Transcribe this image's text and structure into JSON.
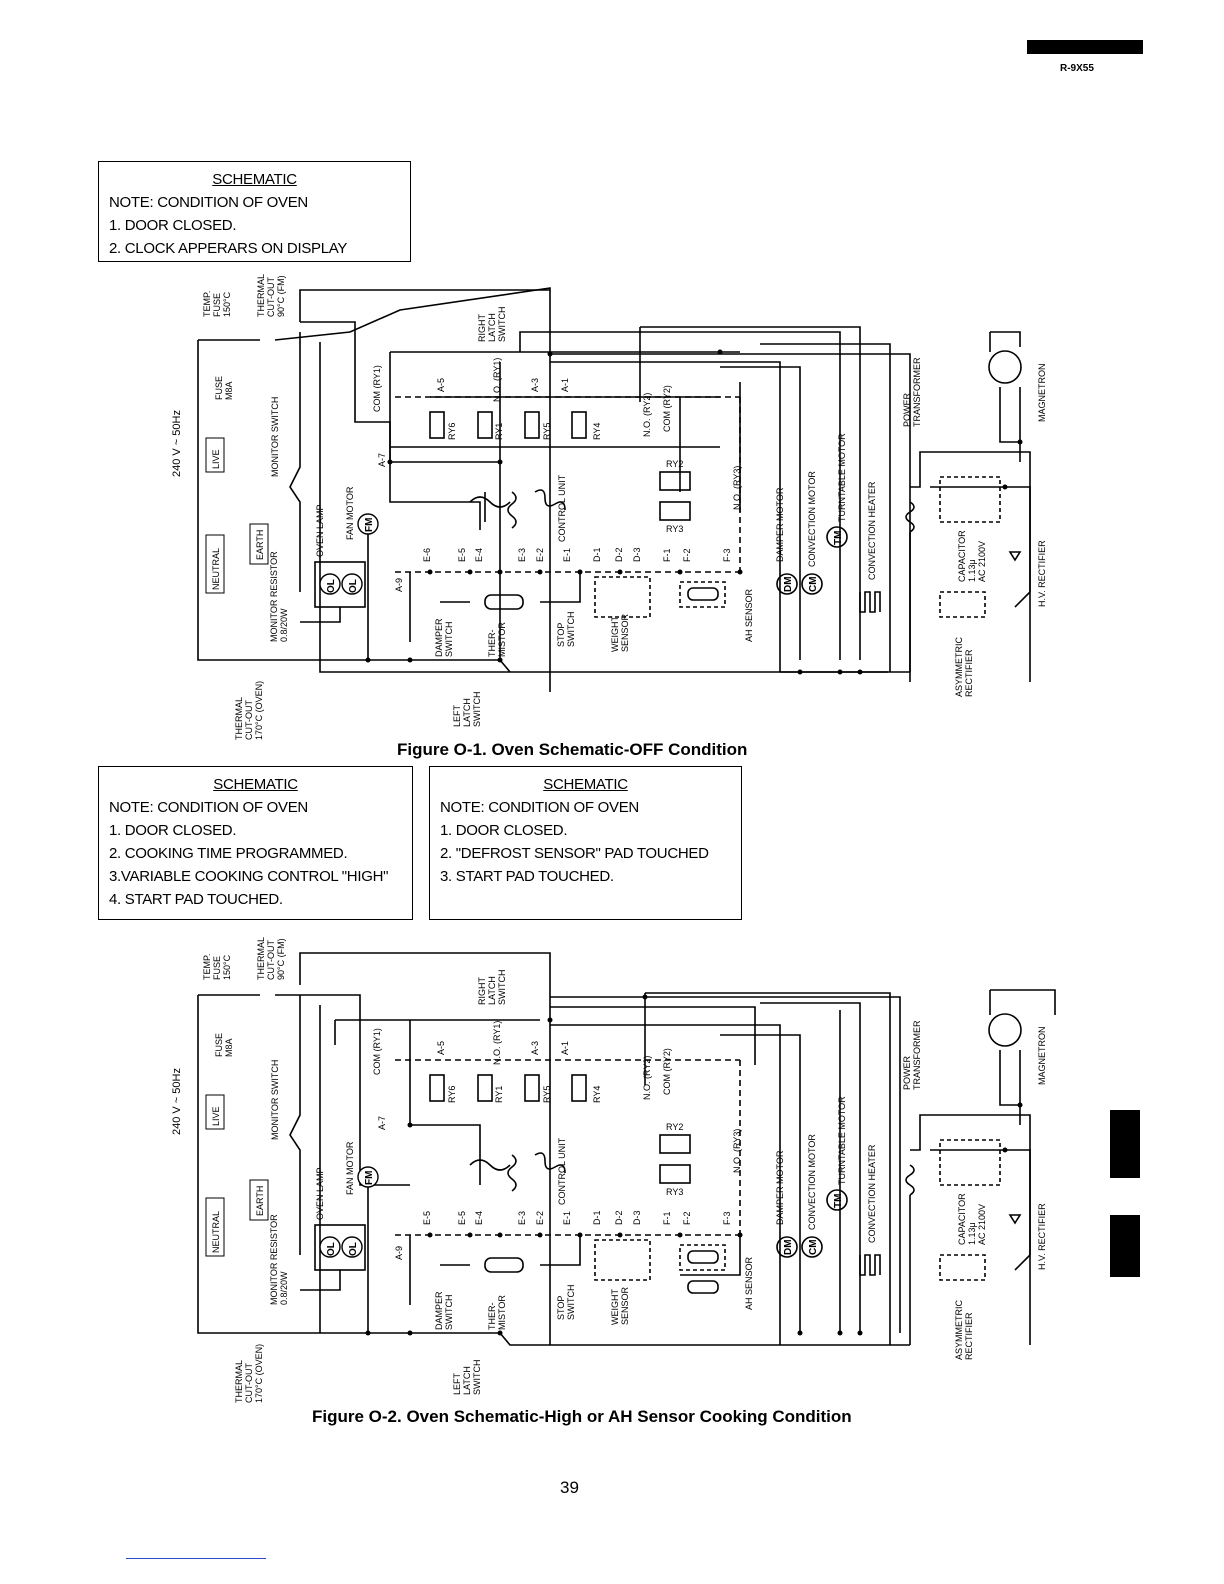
{
  "header": {
    "model": "R-9X55"
  },
  "note1": {
    "title": "SCHEMATIC",
    "heading": "NOTE: CONDITION OF OVEN",
    "items": [
      "1. DOOR CLOSED.",
      "2. CLOCK APPERARS ON DISPLAY"
    ]
  },
  "note2": {
    "title": "SCHEMATIC",
    "heading": "NOTE: CONDITION OF OVEN",
    "items": [
      "1. DOOR CLOSED.",
      "2. COOKING TIME PROGRAMMED.",
      "3.VARIABLE COOKING CONTROL \"HIGH\"",
      "4. START PAD TOUCHED."
    ]
  },
  "note3": {
    "title": "SCHEMATIC",
    "heading": "NOTE: CONDITION OF OVEN",
    "items": [
      "1. DOOR CLOSED.",
      "2. \"DEFROST SENSOR\" PAD TOUCHED",
      "3. START PAD TOUCHED."
    ]
  },
  "figure1": {
    "caption": "Figure O-1. Oven Schematic-OFF Condition"
  },
  "figure2": {
    "caption": "Figure O-2. Oven Schematic-High or AH Sensor Cooking Condition"
  },
  "labels": {
    "supply": "240 V ~ 50Hz",
    "live": "LIVE",
    "neutral": "NEUTRAL",
    "earth": "EARTH",
    "temp_fuse": [
      "TEMP.",
      "FUSE",
      "150°C"
    ],
    "thermal_top": [
      "THERMAL",
      "CUT-OUT",
      "90°C (FM)"
    ],
    "fuse": [
      "FUSE",
      "M8A"
    ],
    "monitor_switch": "MONITOR SWITCH",
    "monitor_resistor": [
      "MONITOR RESISTOR",
      "0.8/20W"
    ],
    "oven_lamp": "OVEN LAMP",
    "fan_motor": "FAN MOTOR",
    "thermal_bottom": [
      "THERMAL",
      "CUT-OUT",
      "170°C (OVEN)"
    ],
    "right_latch": [
      "RIGHT",
      "LATCH",
      "SWITCH"
    ],
    "left_latch": [
      "LEFT",
      "LATCH",
      "SWITCH"
    ],
    "control_unit": "CONTROL UNIT",
    "damper_switch": [
      "DAMPER",
      "SWITCH"
    ],
    "thermistor": [
      "THER-",
      "MISTOR"
    ],
    "stop_switch": [
      "STOP",
      "SWITCH"
    ],
    "weight_sensor": [
      "WEIGHT",
      "SENSOR"
    ],
    "ah_sensor": "AH SENSOR",
    "damper_motor": "DAMPER MOTOR",
    "convection_motor": "CONVECTION MOTOR",
    "turntable_motor": "TURNTABLE MOTOR",
    "convection_heater": "CONVECTION HEATER",
    "power_transformer": [
      "POWER",
      "TRANSFORMER"
    ],
    "magnetron": "MAGNETRON",
    "capacitor": [
      "CAPACITOR",
      "1.13μ",
      "AC 2100V"
    ],
    "hv_rectifier": "H.V. RECTIFIER",
    "asym_rectifier": [
      "ASYMMETRIC",
      "RECTIFIER"
    ],
    "relays": [
      "RY6",
      "RY1",
      "RY5",
      "RY4",
      "RY2",
      "RY3"
    ],
    "relay_terms": [
      "COM (RY1)",
      "N.O. (RY1)",
      "N.O. (RY2)",
      "COM (RY2)",
      "N.O. (RY3)"
    ],
    "terms_top": [
      "A-5",
      "A-3",
      "A-1",
      "A-7",
      "A-9"
    ],
    "terms_bottom": [
      "E-6",
      "E-5",
      "E-4",
      "E-3",
      "E-2",
      "E-1",
      "D-1",
      "D-2",
      "D-3",
      "F-1",
      "F-2",
      "F-3"
    ],
    "ol": "OL",
    "fm": "FM",
    "dm": "DM",
    "cm": "CM",
    "tm": "TM"
  },
  "page": {
    "number": "39"
  }
}
